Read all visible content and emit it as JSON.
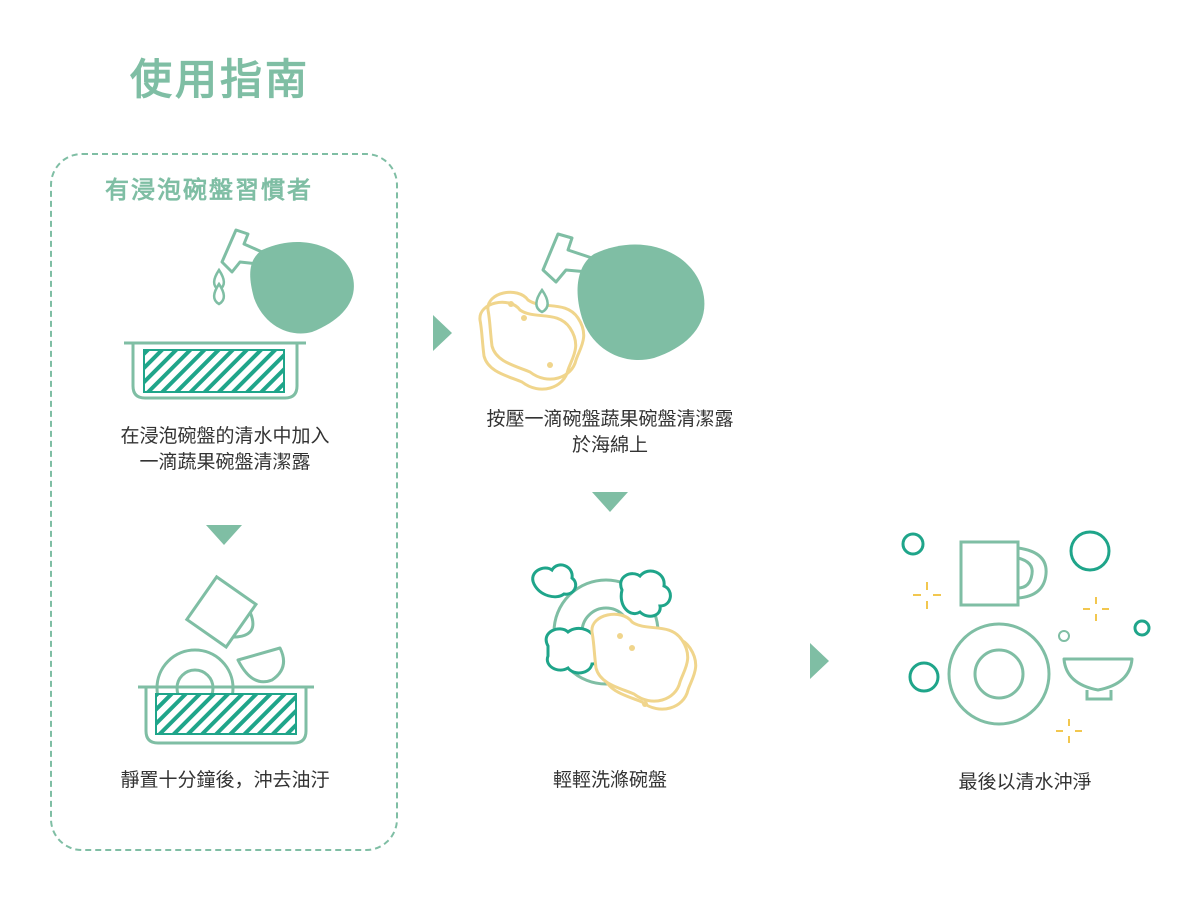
{
  "page_title": "使用指南",
  "soak_group": {
    "title": "有浸泡碗盤習慣者"
  },
  "steps": [
    {
      "caption_line1": "在浸泡碗盤的清水中加入",
      "caption_line2": "一滴蔬果碗盤清潔露"
    },
    {
      "caption_line1": "靜置十分鐘後，沖去油汙"
    },
    {
      "caption_line1": "按壓一滴碗盤蔬果碗盤清潔露",
      "caption_line2": "於海綿上"
    },
    {
      "caption_line1": "輕輕洗滌碗盤"
    },
    {
      "caption_line1": "最後以清水沖淨"
    }
  ],
  "colors": {
    "accent_green": "#7fbea4",
    "teal_outline": "#1fa58a",
    "sponge_yellow": "#f0d58c",
    "sparkle_yellow": "#f2c74f",
    "text": "#333333"
  }
}
